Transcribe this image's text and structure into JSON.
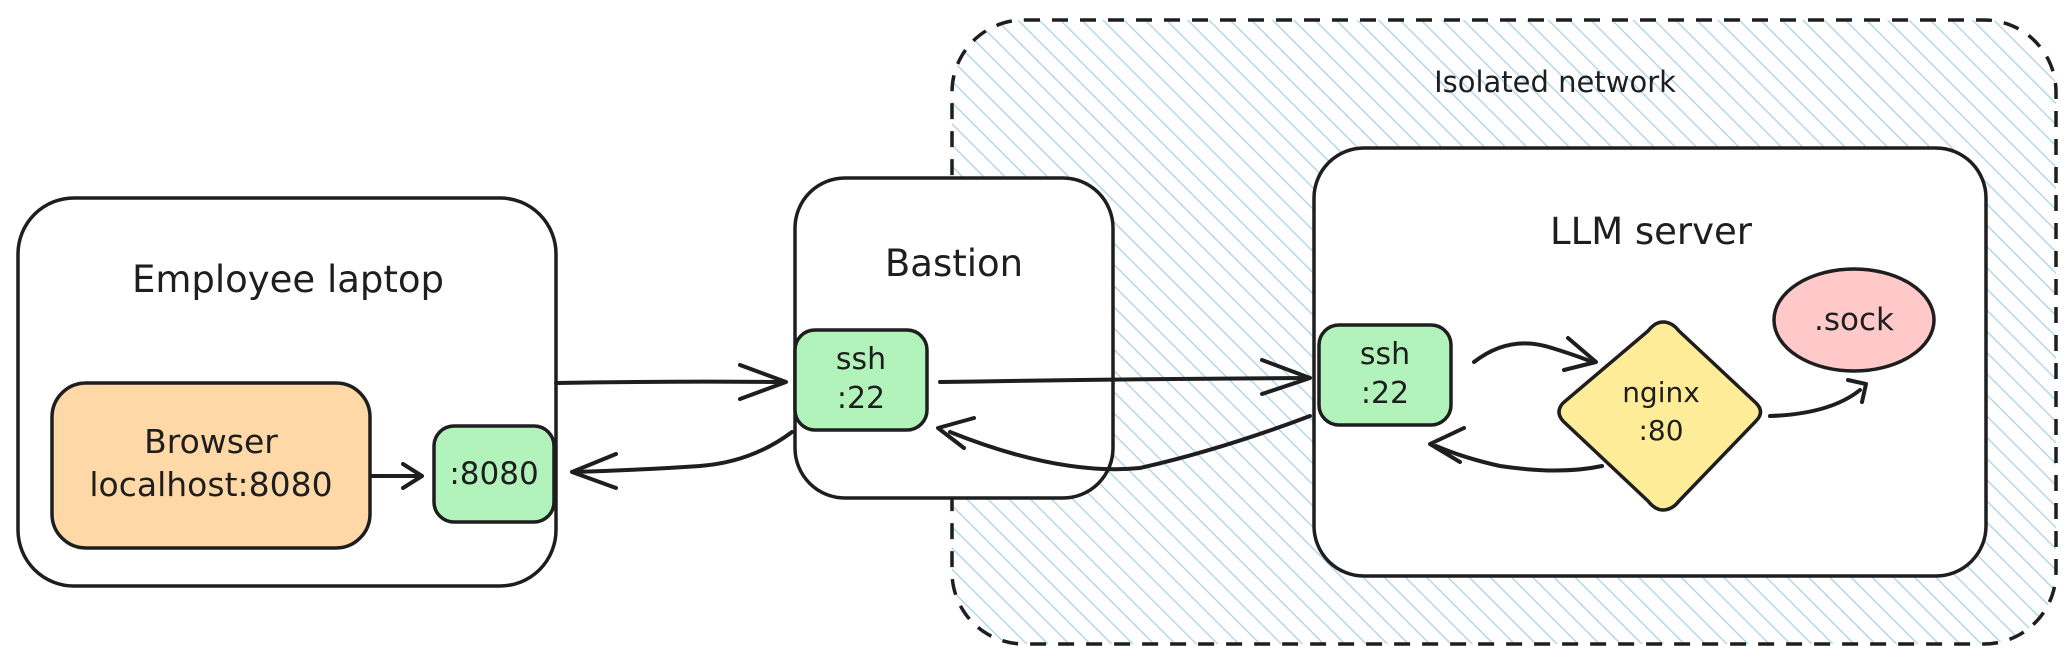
{
  "zones": {
    "isolated_network": {
      "label": "Isolated network"
    }
  },
  "nodes": {
    "employee_laptop": {
      "label": "Employee laptop"
    },
    "browser": {
      "line1": "Browser",
      "line2": "localhost:8080"
    },
    "local_port": {
      "label": ":8080"
    },
    "bastion": {
      "label": "Bastion"
    },
    "bastion_ssh": {
      "line1": "ssh",
      "line2": ":22"
    },
    "llm_server": {
      "label": "LLM server"
    },
    "llm_ssh": {
      "line1": "ssh",
      "line2": ":22"
    },
    "nginx": {
      "line1": "nginx",
      "line2": ":80"
    },
    "sock": {
      "label": ".sock"
    }
  },
  "colors": {
    "stroke": "#1e1e1e",
    "browser_fill": "#ffd8a8",
    "port_fill": "#b2f2bb",
    "nginx_fill": "#ffec99",
    "sock_fill": "#ffc9c9",
    "hatch": "#a5d0ec",
    "container_fill": "#ffffff"
  }
}
